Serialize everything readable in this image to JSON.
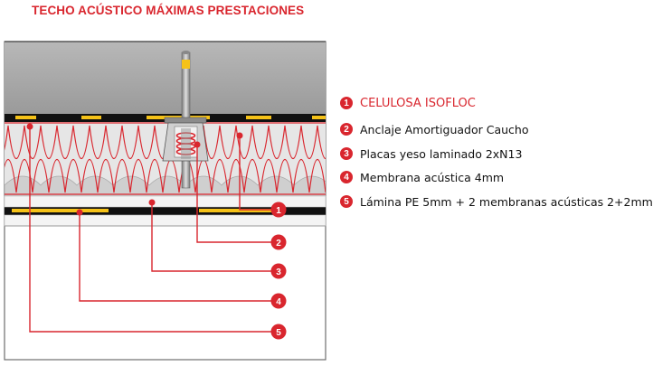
{
  "title": "TECHO ACÚSTICO MÁXIMAS PRESTACIONES",
  "colors": {
    "accent": "#d9262e",
    "yellow": "#f5c218",
    "black": "#111111",
    "grey": "#c8c8c8"
  },
  "legend": [
    {
      "num": "1",
      "text": "CELULOSA ISOFLOC"
    },
    {
      "num": "2",
      "text": "Anclaje Amortiguador Caucho"
    },
    {
      "num": "3",
      "text": "Placas yeso laminado 2xN13"
    },
    {
      "num": "4",
      "text": "Membrana acústica 4mm"
    },
    {
      "num": "5",
      "text": "Lámina PE 5mm + 2 membranas acústicas 2+2mm"
    }
  ],
  "callouts": [
    "1",
    "2",
    "3",
    "4",
    "5"
  ]
}
